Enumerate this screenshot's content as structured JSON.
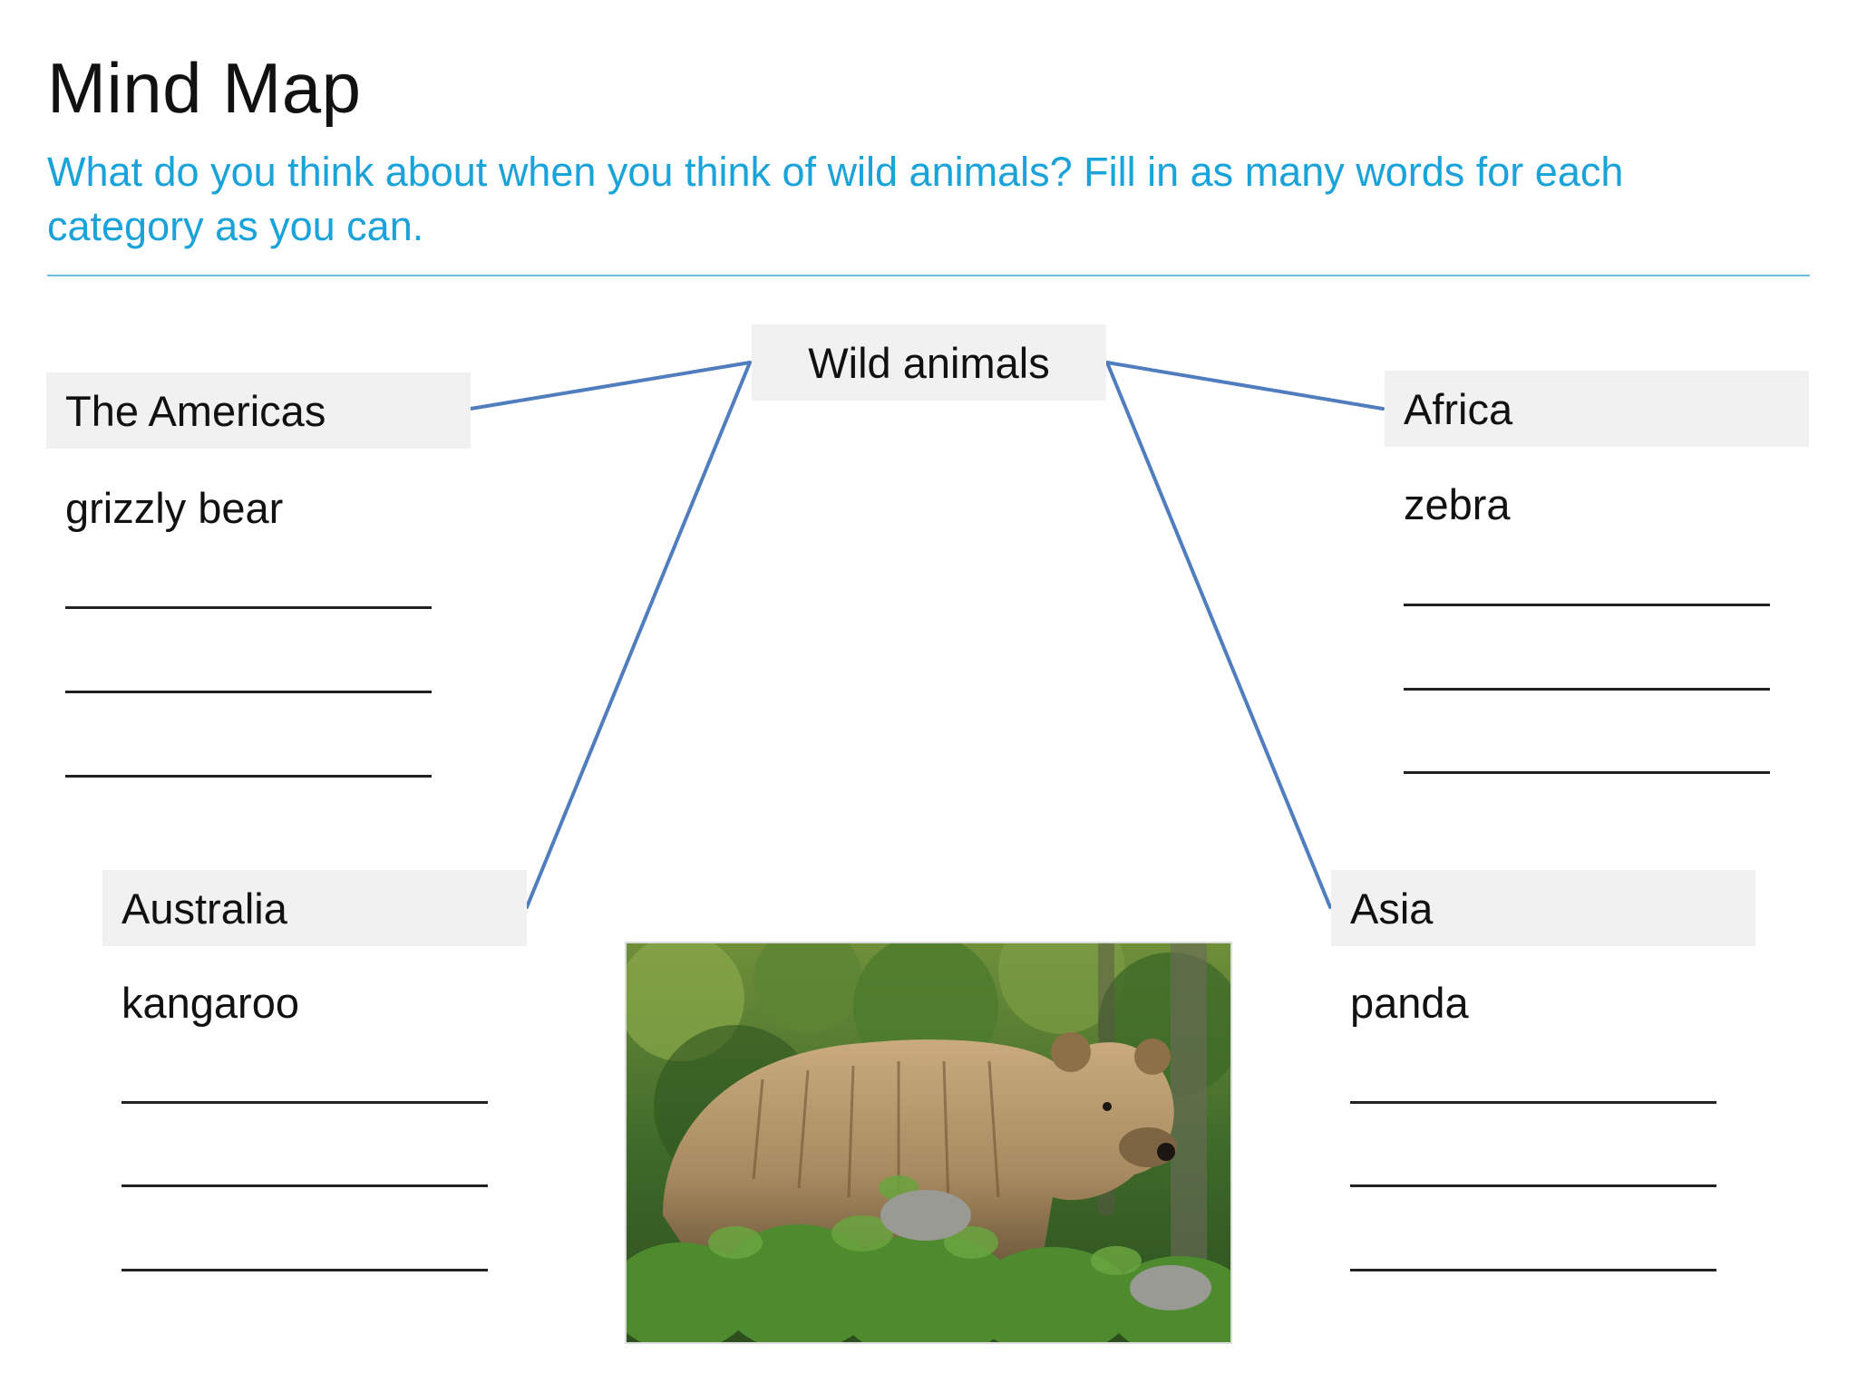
{
  "header": {
    "title": "Mind Map",
    "prompt": "What do you think about when you think of wild animals?  Fill in as many words for each category as you can."
  },
  "center": {
    "label": "Wild animals"
  },
  "categories": {
    "americas": {
      "label": "The Americas",
      "example": "grizzly bear"
    },
    "africa": {
      "label": "Africa",
      "example": "zebra"
    },
    "australia": {
      "label": "Australia",
      "example": "kangaroo"
    },
    "asia": {
      "label": "Asia",
      "example": "panda"
    }
  },
  "colors": {
    "accent": "#1aa3d9",
    "connector": "#4f7dbd",
    "box_fill": "#f1f1f2"
  }
}
